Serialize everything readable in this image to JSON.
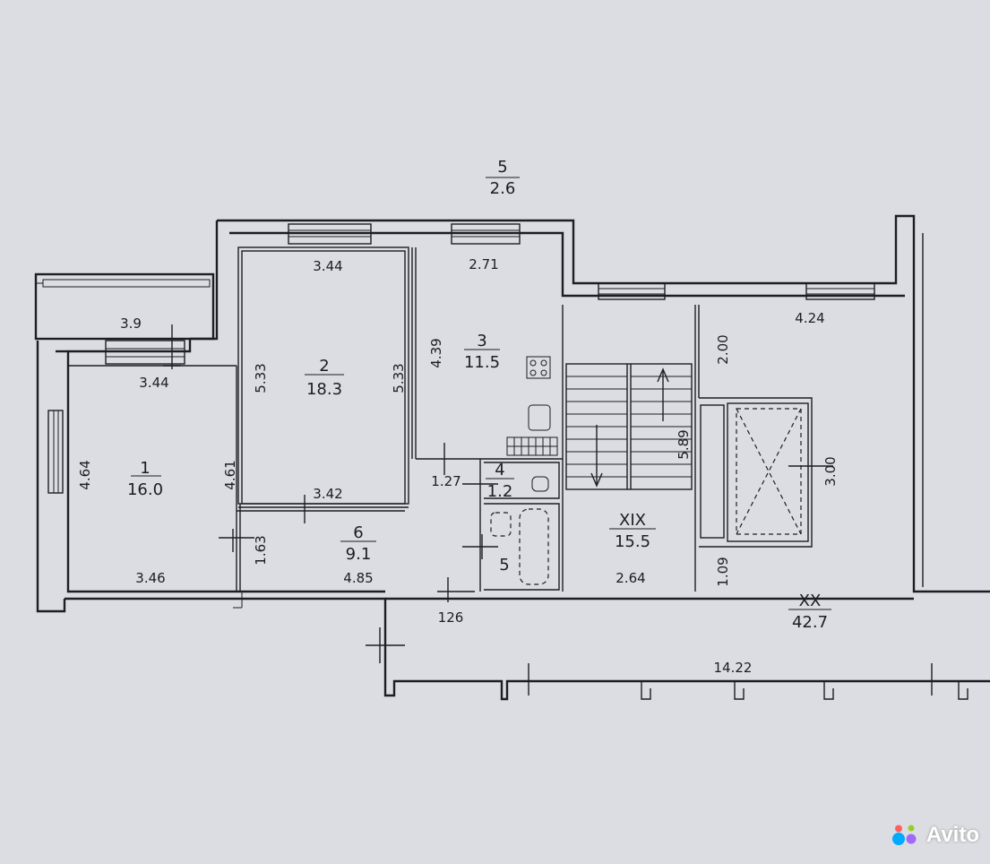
{
  "plan": {
    "rooms": [
      {
        "id": "1",
        "name": "1",
        "area": "16.0"
      },
      {
        "id": "2",
        "name": "2",
        "area": "18.3"
      },
      {
        "id": "3",
        "name": "3",
        "area": "11.5"
      },
      {
        "id": "4",
        "name": "4",
        "area": "1.2"
      },
      {
        "id": "5",
        "name": "5",
        "area": "2.6"
      },
      {
        "id": "5b",
        "name": "5"
      },
      {
        "id": "6",
        "name": "6",
        "area": "9.1"
      },
      {
        "id": "XIX",
        "name": "XIX",
        "area": "15.5"
      },
      {
        "id": "XX",
        "name": "XX",
        "area": "42.7"
      }
    ],
    "dimensions": {
      "balcony_w": "3.9",
      "room1_top": "3.44",
      "room1_side": "4.64",
      "room1_right": "4.61",
      "room1_bottom": "3.46",
      "room2_top": "3.44",
      "room2_left": "5.33",
      "room2_right": "5.33",
      "room2_bottom": "3.42",
      "room3_top": "2.71",
      "room3_left": "4.39",
      "bath_w": "1.27",
      "hall_left": "1.63",
      "hall_bottom": "4.85",
      "corr_w": "126",
      "stair_h": "5.89",
      "stair_bottom": "2.64",
      "xx_top": "4.24",
      "xx_side": "2.00",
      "lift_h": "3.00",
      "xx_small": "1.09",
      "total_w": "14.22"
    }
  },
  "watermark": {
    "text": "Avito",
    "colors": [
      "#00aaff",
      "#a169f7",
      "#ff6163",
      "#97cf26"
    ]
  }
}
